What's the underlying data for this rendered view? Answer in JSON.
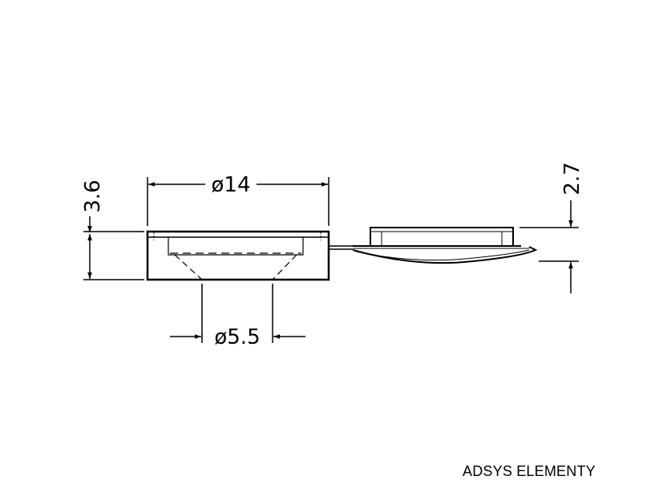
{
  "drawing": {
    "dimensions": {
      "height_left": "3.6",
      "outer_diameter": "ø14",
      "inner_diameter": "ø5.5",
      "height_right": "2.7"
    },
    "brand_label": "ADSYS ELEMENTY",
    "line_color": "#000000",
    "background_color": "#ffffff"
  }
}
